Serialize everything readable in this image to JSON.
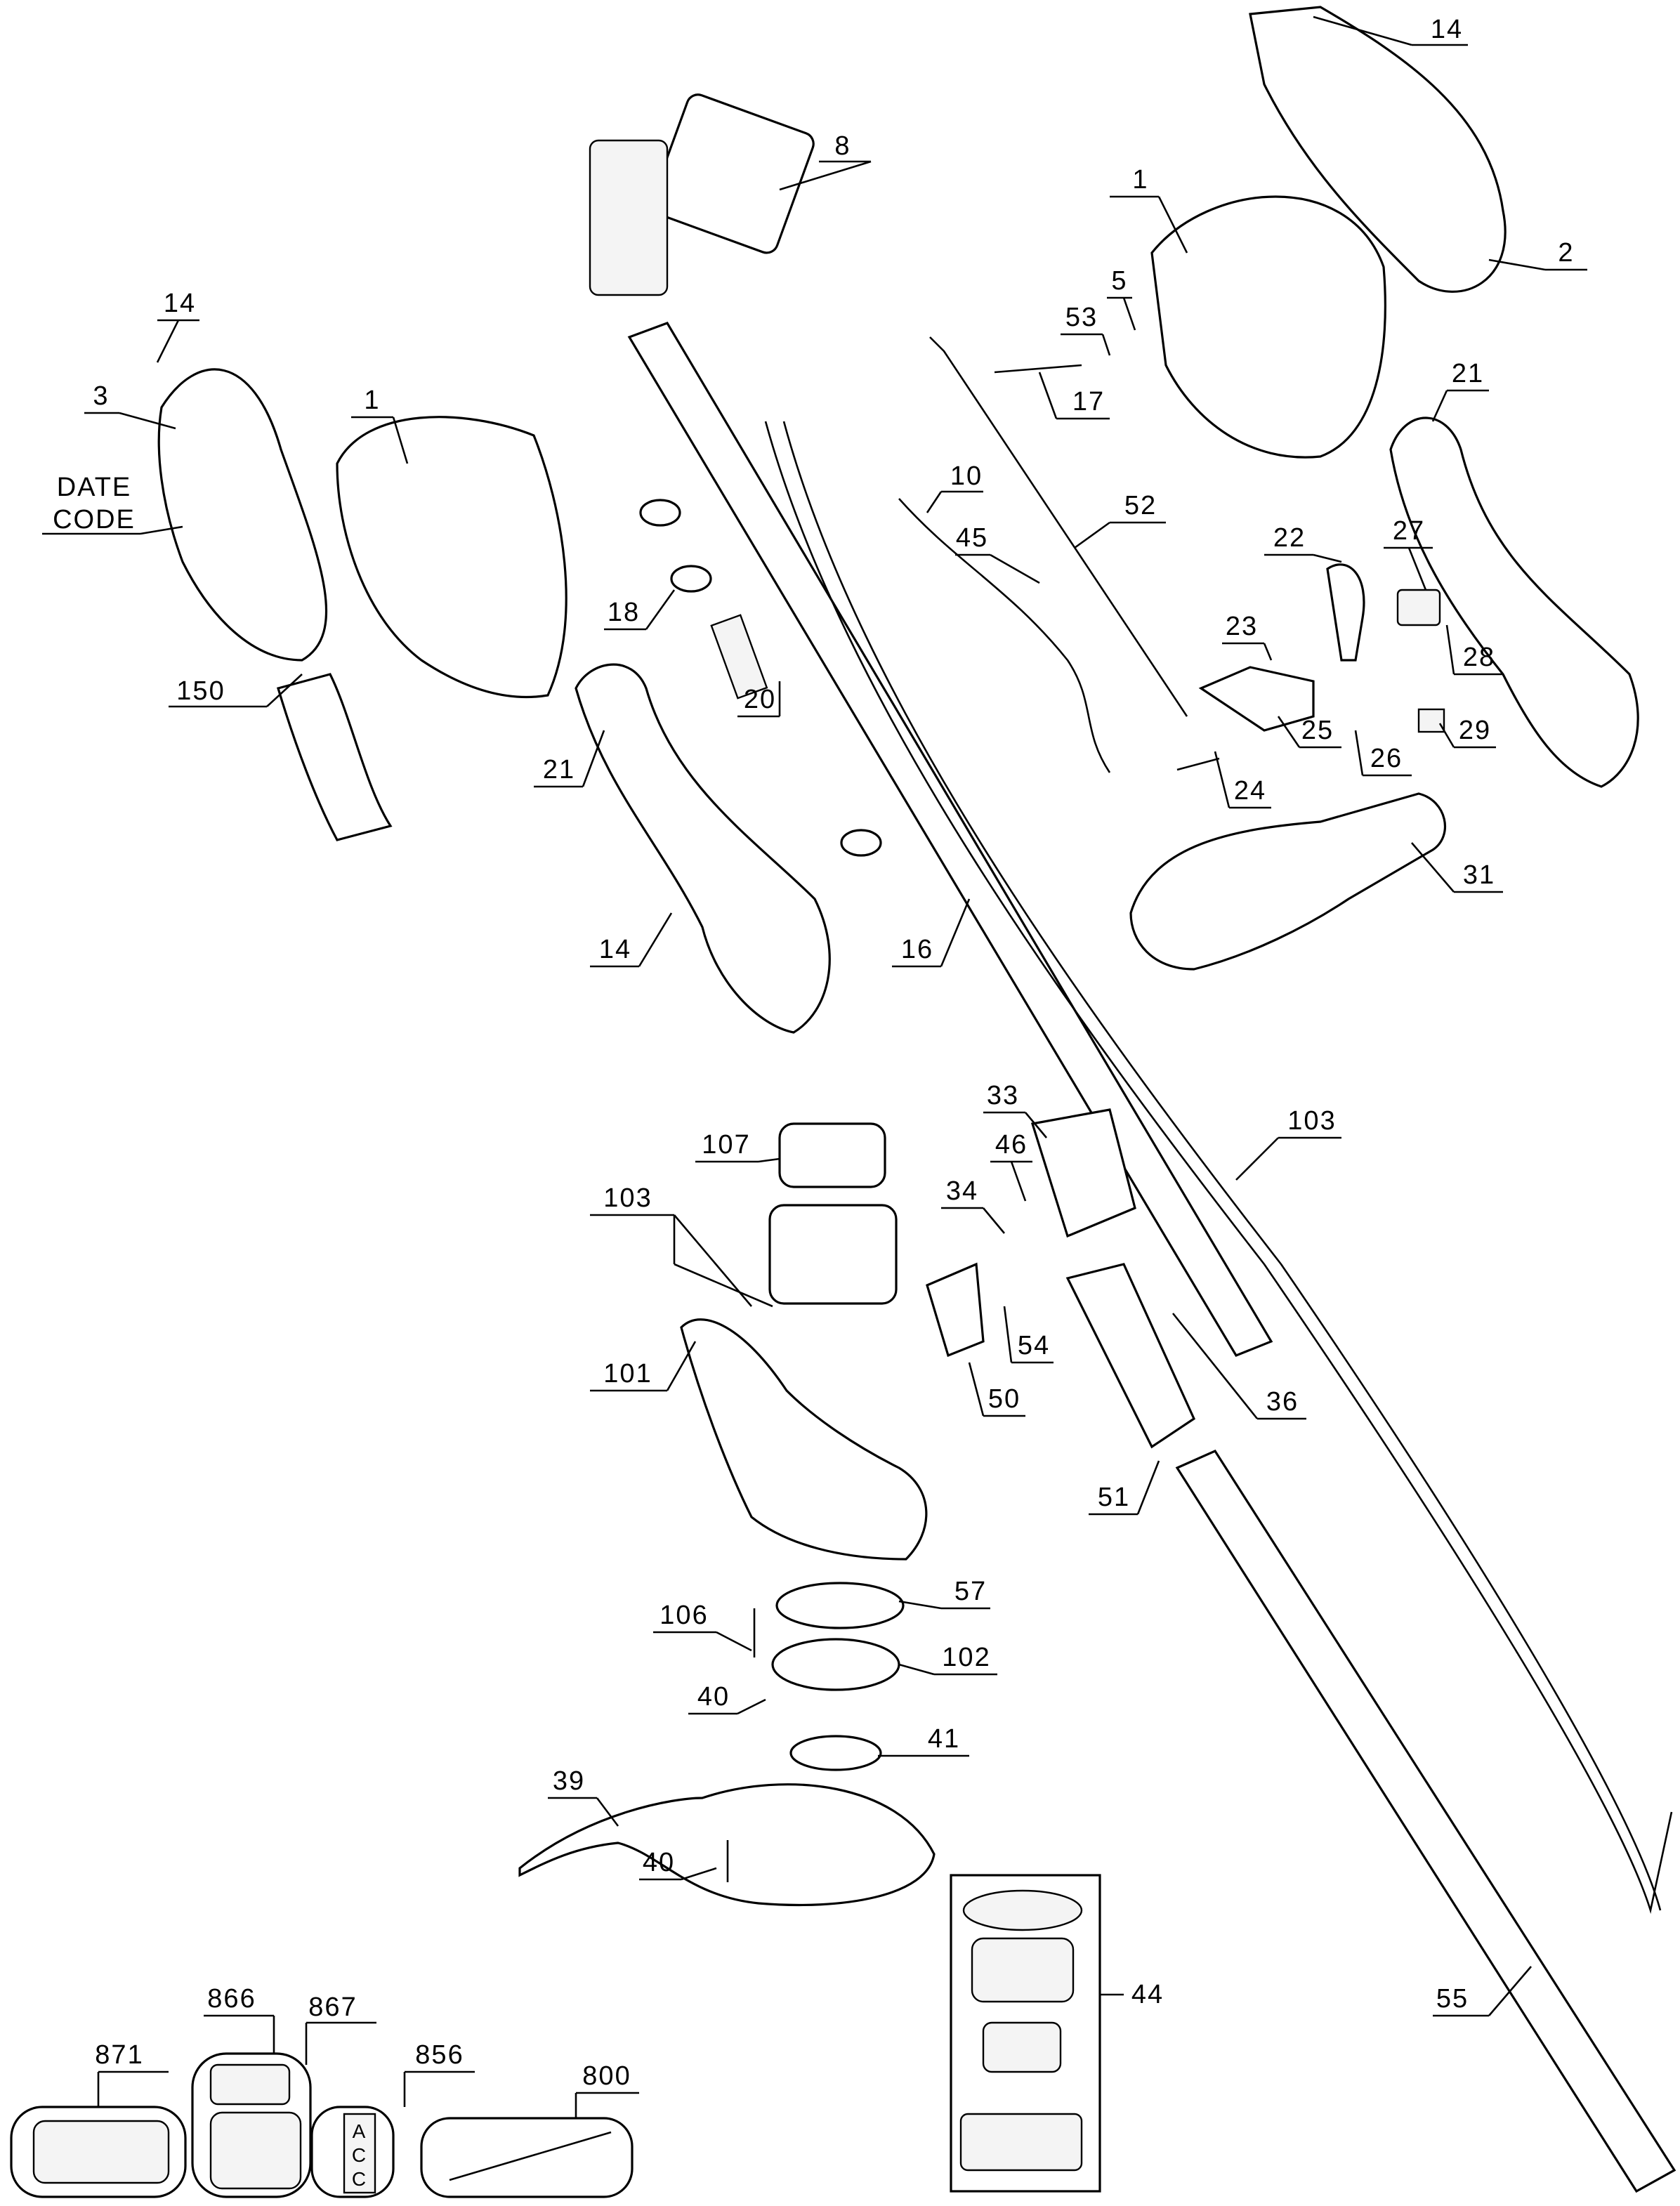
{
  "title": "String trimmer exploded parts diagram",
  "labels": [
    "14",
    "8",
    "1",
    "2",
    "5",
    "53",
    "17",
    "14",
    "3",
    "1",
    "21",
    "DATE",
    "CODE",
    "10",
    "52",
    "45",
    "22",
    "27",
    "18",
    "23",
    "28",
    "150",
    "20",
    "21",
    "29",
    "25",
    "26",
    "24",
    "31",
    "14",
    "16",
    "103",
    "33",
    "107",
    "46",
    "103",
    "34",
    "54",
    "50",
    "36",
    "101",
    "51",
    "57",
    "106",
    "102",
    "40",
    "41",
    "39",
    "40",
    "44",
    "55",
    "871",
    "866",
    "867",
    "856",
    "800"
  ],
  "accessory_856_text": [
    "A",
    "C",
    "C"
  ]
}
